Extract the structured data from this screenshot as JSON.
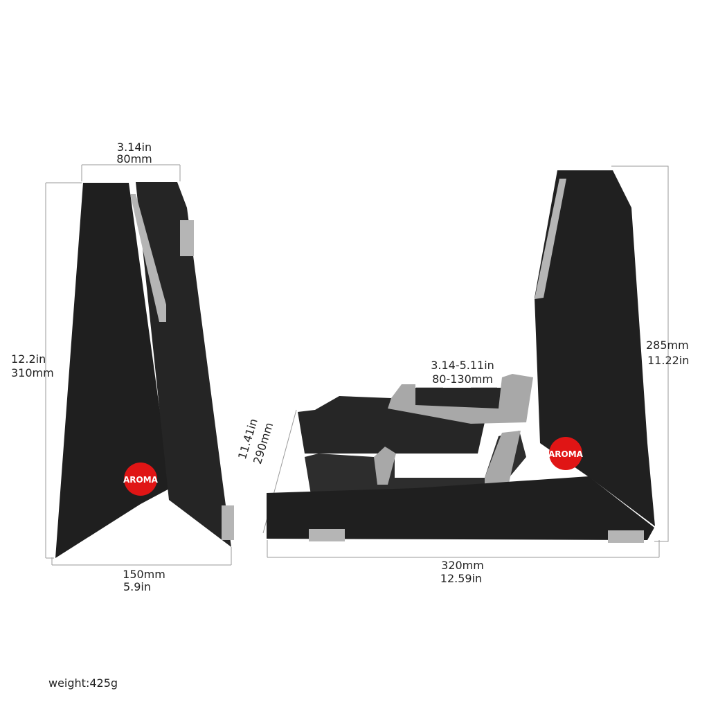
{
  "brand_logo": "AROMA",
  "front_view": {
    "top_width_in": "3.14in",
    "top_width_mm": "80mm",
    "height_in": "12.2in",
    "height_mm": "310mm",
    "base_width_mm": "150mm",
    "base_width_in": "5.9in"
  },
  "side_view": {
    "height_mm": "285mm",
    "height_in": "11.22in",
    "arm_range_in": "3.14-5.11in",
    "arm_range_mm": "80-130mm",
    "diag_in": "11.41in",
    "diag_mm": "290mm",
    "length_mm": "320mm",
    "length_in": "12.59in"
  },
  "weight": "weight:425g",
  "colors": {
    "body": "#1e1e1e",
    "trim": "#b5b5b5",
    "logo": "#e01515",
    "dim_line": "#9a9a9a"
  }
}
